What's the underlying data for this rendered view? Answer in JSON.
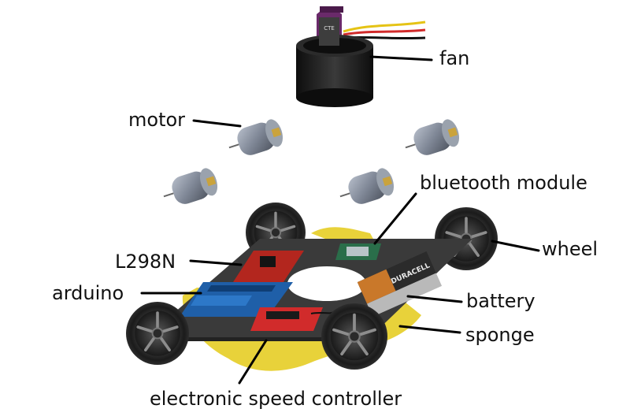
{
  "labels": {
    "fan": "fan",
    "motor": "motor",
    "bluetooth": "bluetooth module",
    "wheel": "wheel",
    "l298n": "L298N",
    "arduino": "arduino",
    "battery": "battery",
    "sponge": "sponge",
    "esc": "electronic speed controller"
  },
  "components": {
    "battery_brand": "DURACELL",
    "fan_brand": "CTE"
  },
  "colors": {
    "plate": "#3a3a3a",
    "sponge": "#e8d23a",
    "arduino": "#1f5fa8",
    "l298n": "#b3261e",
    "bluetooth_pcb": "#2a6e4a",
    "battery_body": "#2b2b2b",
    "battery_copper": "#c9782a",
    "motor": "#7f8796",
    "fan_body": "#1c1c1c",
    "fan_motor": "#6a2a6a",
    "wire_red": "#d12b2b",
    "wire_yellow": "#e5c315",
    "wire_black": "#111111"
  }
}
